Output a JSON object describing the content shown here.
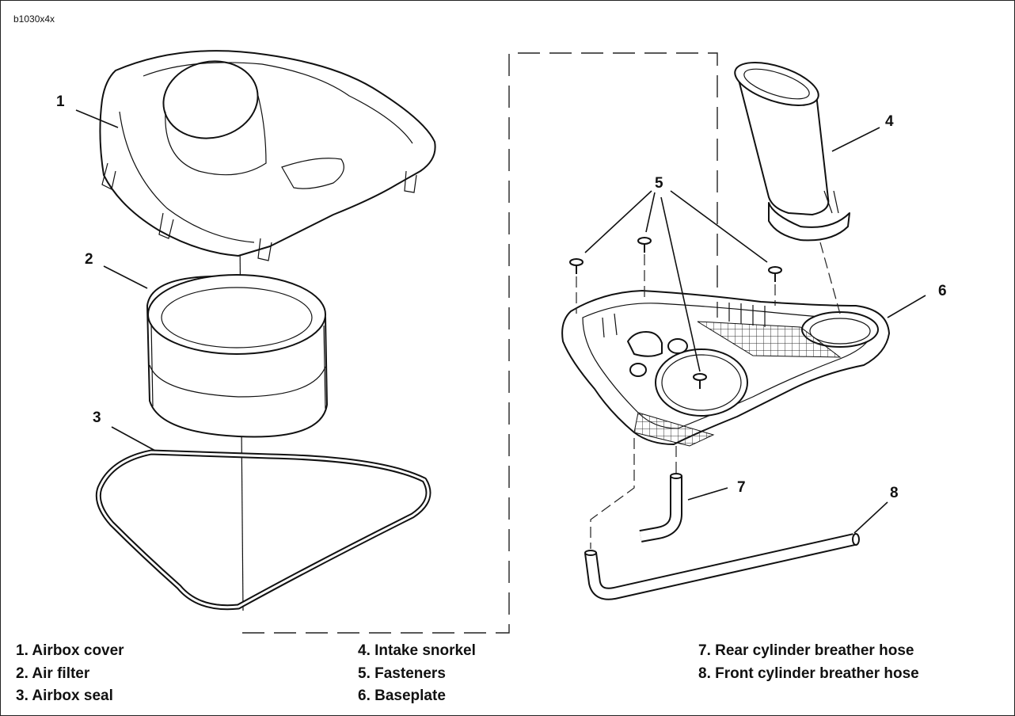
{
  "figure_id": "b1030x4x",
  "callouts": [
    "1",
    "2",
    "3",
    "4",
    "5",
    "6",
    "7",
    "8"
  ],
  "legend": {
    "col1": [
      "1. Airbox cover",
      "2. Air filter",
      "3. Airbox seal"
    ],
    "col2": [
      "4. Intake snorkel",
      "5. Fasteners",
      "6. Baseplate"
    ],
    "col3": [
      "7. Rear cylinder breather hose",
      "8. Front cylinder breather hose"
    ]
  }
}
